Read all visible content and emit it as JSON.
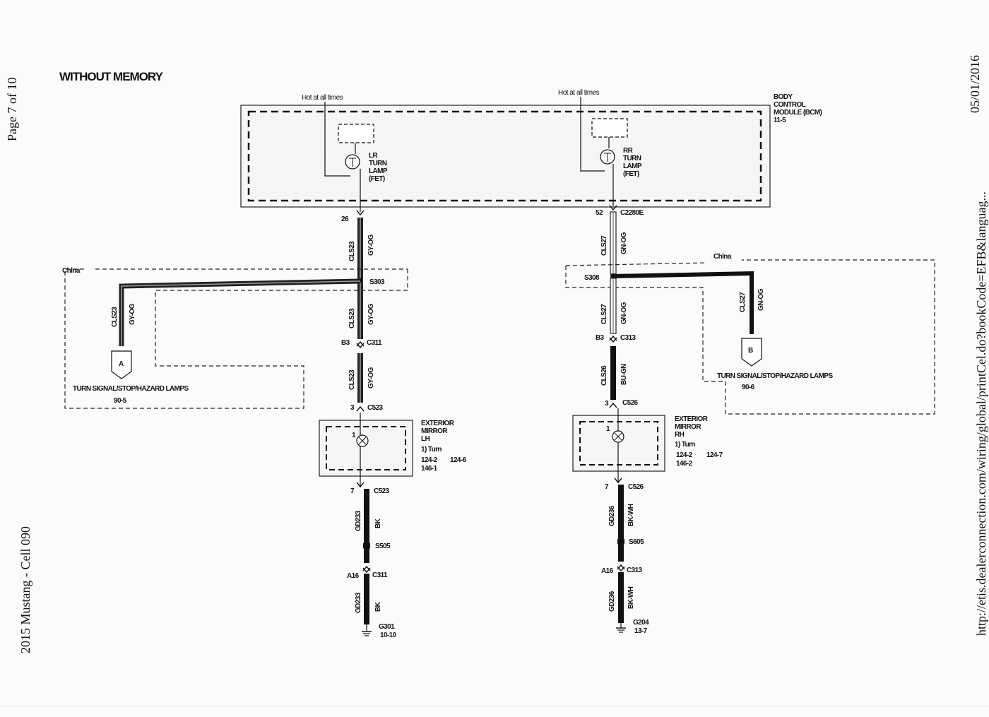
{
  "page_header": {
    "page_number": "Page 7 of 10",
    "model": "2015 Mustang - Cell 090",
    "date": "05/01/2016",
    "url": "http://etis.dealerconnection.com/wiring/global/printCel.do?bookCode=EFB&languag..."
  },
  "diagram": {
    "title": "WITHOUT MEMORY",
    "bcm": {
      "label_lines": [
        "BODY",
        "CONTROL",
        "MODULE (BCM)",
        "11-5"
      ]
    },
    "left_circuit": {
      "hot_label": "Hot at all times",
      "fet_lines": [
        "LR",
        "TURN",
        "LAMP",
        "(FET)"
      ],
      "pin_bcm": "26",
      "wire1_circuit": "CLS23",
      "wire1_color": "GY-OG",
      "splice_id": "S303",
      "branch_circuit": "CLS23",
      "branch_color": "GY-OG",
      "option_tag": "Chlna",
      "connector_letter": "A",
      "lamps_label": "TURN SIGNAL/STOP/HAZARD LAMPS",
      "lamps_ref": "90-5",
      "wire2_circuit": "CLS23",
      "wire2_color": "GY-OG",
      "c311_pin": "B3",
      "c311_label": "C311",
      "wire3_circuit": "CLS23",
      "wire3_color": "GY-OG",
      "c523_pin": "3",
      "c523_label": "C523",
      "mirror_lines": [
        "EXTERIOR",
        "MIRROR",
        "LH",
        "1) Turn"
      ],
      "mirror_refs": [
        "124-2",
        "124-6",
        "146-1"
      ],
      "mirror_pin": "1",
      "c523b_pin": "7",
      "c523b_label": "C523",
      "ground_circuit_1": "GD233",
      "ground_color_1": "BK",
      "splice2_id": "S505",
      "c311b_pin": "A16",
      "c311b_label": "C311",
      "ground_circuit_2": "GD233",
      "ground_color_2": "BK",
      "ground_id": "G301",
      "ground_ref": "10-10"
    },
    "right_circuit": {
      "hot_label": "Hot at all times",
      "fet_lines": [
        "RR",
        "TURN",
        "LAMP",
        "(FET)"
      ],
      "pin_bcm": "52",
      "bcm_connector": "C2280E",
      "wire1_circuit": "CLS27",
      "wire1_color": "GN-OG",
      "splice_id": "S308",
      "branch_circuit": "CLS27",
      "branch_color": "GN-OG",
      "option_tag": "Chlna",
      "connector_letter": "B",
      "lamps_label": "TURN SIGNAL/STOP/HAZARD LAMPS",
      "lamps_ref": "90-6",
      "wire2_circuit": "CLS27",
      "wire2_color": "GN-OG",
      "c313_pin": "B3",
      "c313_label": "C313",
      "wire3_circuit": "CLS26",
      "wire3_color": "BU-GN",
      "c526_pin": "3",
      "c526_label": "C526",
      "mirror_lines": [
        "EXTERIOR",
        "MIRROR",
        "RH",
        "1) Turn"
      ],
      "mirror_refs": [
        "124-2",
        "124-7",
        "146-2"
      ],
      "mirror_pin": "1",
      "c526b_pin": "7",
      "c526b_label": "C526",
      "ground_circuit_1": "GD236",
      "ground_color_1": "BK-WH",
      "splice2_id": "S605",
      "c313b_pin": "A16",
      "c313b_label": "C313",
      "ground_circuit_2": "GD236",
      "ground_color_2": "BK-WH",
      "ground_id": "G204",
      "ground_ref": "13-7"
    }
  }
}
